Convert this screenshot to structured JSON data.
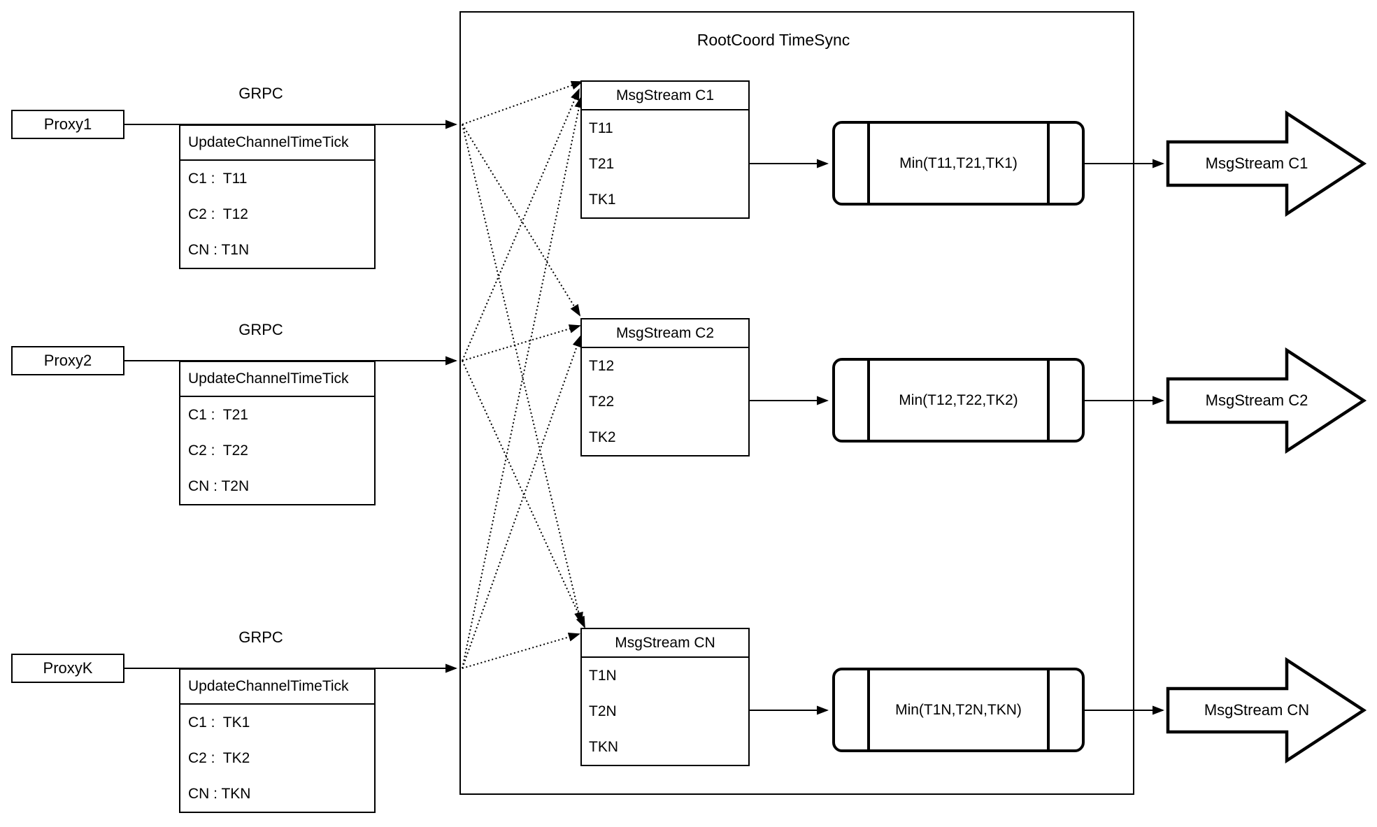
{
  "container": {
    "title": "RootCoord TimeSync"
  },
  "proxies": [
    {
      "label": "Proxy1",
      "protocol_label": "GRPC",
      "table": {
        "header": "UpdateChannelTimeTick",
        "rows": [
          "C1 :  T11",
          "C2 :  T12",
          "CN : T1N"
        ]
      }
    },
    {
      "label": "Proxy2",
      "protocol_label": "GRPC",
      "table": {
        "header": "UpdateChannelTimeTick",
        "rows": [
          "C1 :  T21",
          "C2 :  T22",
          "CN : T2N"
        ]
      }
    },
    {
      "label": "ProxyK",
      "protocol_label": "GRPC",
      "table": {
        "header": "UpdateChannelTimeTick",
        "rows": [
          "C1 :  TK1",
          "C2 :  TK2",
          "CN : TKN"
        ]
      }
    }
  ],
  "timesync": {
    "msgstreams": [
      {
        "header": "MsgStream C1",
        "rows": [
          "T11",
          "T21",
          "TK1"
        ]
      },
      {
        "header": "MsgStream C2",
        "rows": [
          "T12",
          "T22",
          "TK2"
        ]
      },
      {
        "header": "MsgStream CN",
        "rows": [
          "T1N",
          "T2N",
          "TKN"
        ]
      }
    ],
    "min_ops": [
      {
        "label": "Min(T11,T21,TK1)"
      },
      {
        "label": "Min(T12,T22,TK2)"
      },
      {
        "label": "Min(T1N,T2N,TKN)"
      }
    ]
  },
  "outputs": [
    {
      "label": "MsgStream C1"
    },
    {
      "label": "MsgStream C2"
    },
    {
      "label": "MsgStream CN"
    }
  ],
  "colors": {
    "stroke": "#000000",
    "background": "#ffffff"
  }
}
